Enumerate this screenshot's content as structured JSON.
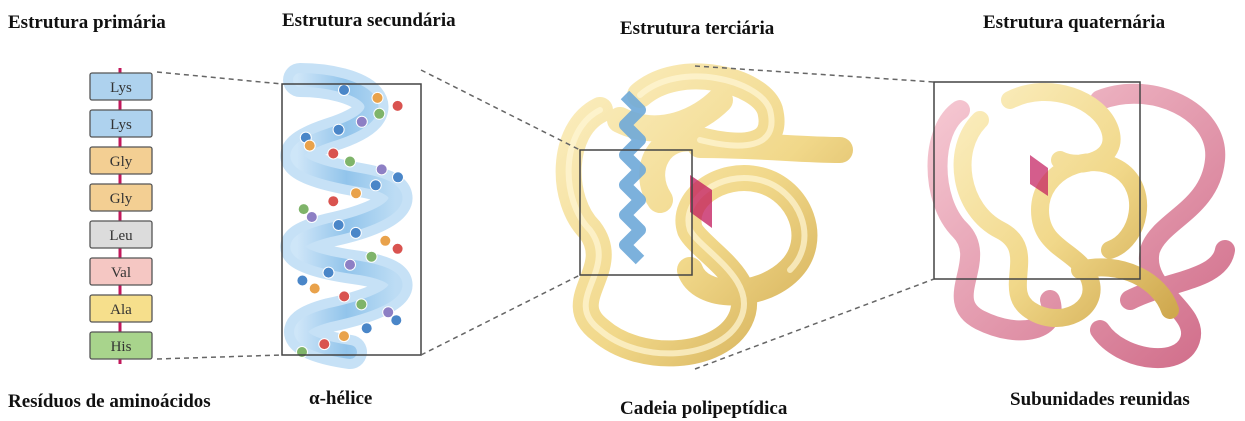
{
  "titles": {
    "primary": "Estrutura primária",
    "secondary": "Estrutura secundária",
    "tertiary": "Estrutura terciária",
    "quaternary": "Estrutura quaternária"
  },
  "captions": {
    "primary": "Resíduos de aminoácidos",
    "secondary": "α-hélice",
    "tertiary": "Cadeia polipeptídica",
    "quaternary": "Subunidades reunidas"
  },
  "residues": [
    {
      "name": "Lys",
      "color": "#aed2ee"
    },
    {
      "name": "Lys",
      "color": "#aed2ee"
    },
    {
      "name": "Gly",
      "color": "#f3cf93"
    },
    {
      "name": "Gly",
      "color": "#f3cf93"
    },
    {
      "name": "Leu",
      "color": "#dcdcdc"
    },
    {
      "name": "Val",
      "color": "#f5c7c3"
    },
    {
      "name": "Ala",
      "color": "#f6df8c"
    },
    {
      "name": "His",
      "color": "#a8d48c"
    }
  ],
  "colors": {
    "chain": "#c2185b",
    "helix": "#8cc1ea",
    "protein": "#f1d88a",
    "subunit": "#e0849c",
    "frame": "#444444"
  }
}
